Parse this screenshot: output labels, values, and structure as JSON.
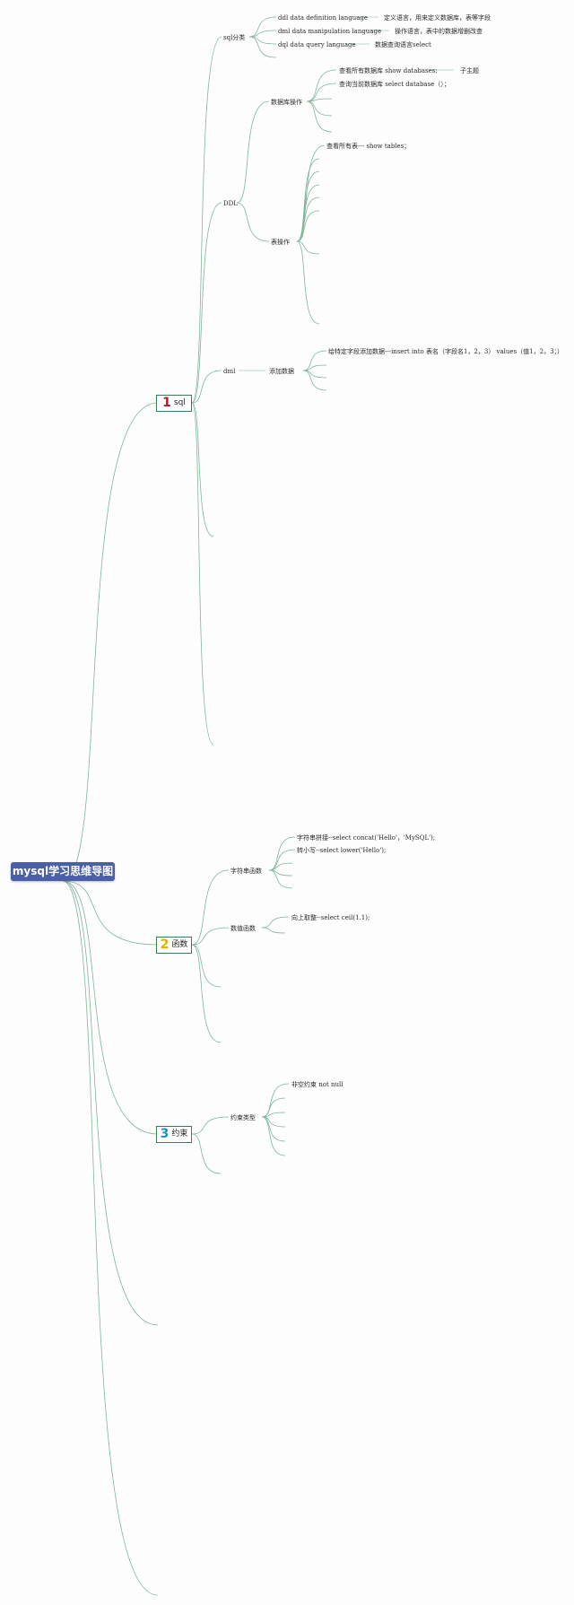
{
  "root": {
    "label": "mysql学习思维导图"
  },
  "branches": [
    {
      "number": "1",
      "label": "sql",
      "color": "#c8102e"
    },
    {
      "number": "2",
      "label": "函数",
      "color": "#e0b000"
    },
    {
      "number": "3",
      "label": "约束",
      "color": "#1e8fc8"
    }
  ],
  "sql": {
    "category": {
      "label": "sql分类",
      "ddl": {
        "label": "ddl data definition language",
        "desc": "定义语言，用来定义数据库，表等字段"
      },
      "dml": {
        "label": "dml data manipulation language",
        "desc": "操作语言，表中的数据增删改查"
      },
      "dql": {
        "label": "dql data query language",
        "desc": "数据查询语言select"
      }
    },
    "ddl_node": {
      "label": "DDL",
      "db_ops": {
        "label": "数据库操作",
        "show_all": "查看所有数据库 show databases;",
        "subtopic": "子主题",
        "current": "查询当前数据库 select database（）；"
      },
      "table_ops": {
        "label": "表操作",
        "show_tables": "查看所有表--- show tables；"
      }
    },
    "dml_node": {
      "label": "dml",
      "insert": {
        "label": "添加数据",
        "item1": "给特定字段添加数据---insert into 表名（字段名1，2，3） values（值1，2，3；）"
      }
    }
  },
  "functions": {
    "string": {
      "label": "字符串函数",
      "concat": "字符串拼接--select concat('Hello'，'MySQL');",
      "lower": "转小写--select lower('Hello');"
    },
    "numeric": {
      "label": "数值函数",
      "ceil": "向上取整--select ceil(1.1);"
    }
  },
  "constraints": {
    "types": {
      "label": "约束类型",
      "not_null": "非空约束 not null"
    }
  },
  "colors": {
    "line": "#7fb59a",
    "root": "#4a5fa8",
    "box_border": "#3b7a5a"
  }
}
